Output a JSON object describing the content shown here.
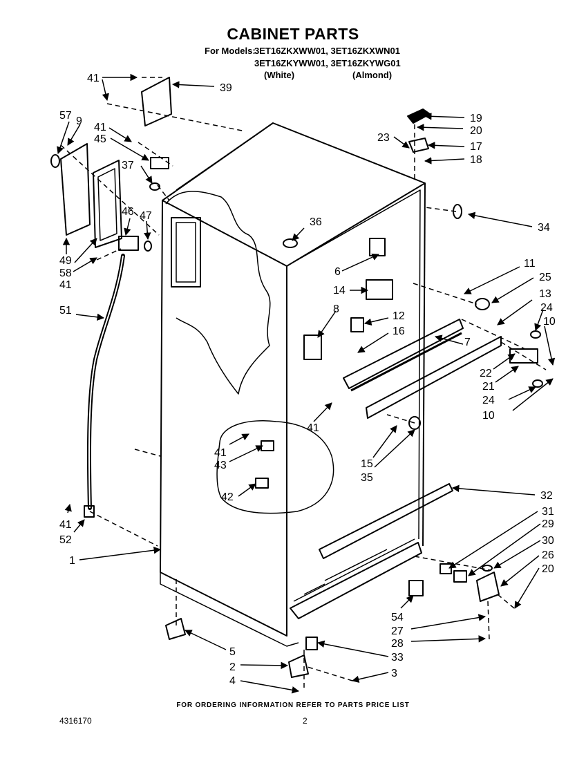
{
  "header": {
    "title": "CABINET PARTS",
    "models_prefix": "For Models:",
    "models_row1": "3ET16ZKXWW01, 3ET16ZKXWN01",
    "models_row2": "3ET16ZKYWW01, 3ET16ZKYWG01",
    "color_white": "(White)",
    "color_almond": "(Almond)"
  },
  "footer": {
    "note": "FOR ORDERING INFORMATION REFER TO PARTS PRICE LIST",
    "doc_number": "4316170",
    "page_number": "2"
  },
  "callouts": [
    "41",
    "39",
    "57",
    "9",
    "41",
    "45",
    "37",
    "46",
    "47",
    "49",
    "58",
    "41",
    "51",
    "36",
    "23",
    "19",
    "20",
    "17",
    "18",
    "34",
    "6",
    "11",
    "25",
    "14",
    "13",
    "24",
    "10",
    "8",
    "12",
    "16",
    "7",
    "22",
    "21",
    "24",
    "10",
    "41",
    "41",
    "43",
    "42",
    "15",
    "35",
    "32",
    "31",
    "29",
    "30",
    "26",
    "20",
    "41",
    "52",
    "1",
    "54",
    "27",
    "28",
    "5",
    "2",
    "4",
    "33",
    "3"
  ]
}
